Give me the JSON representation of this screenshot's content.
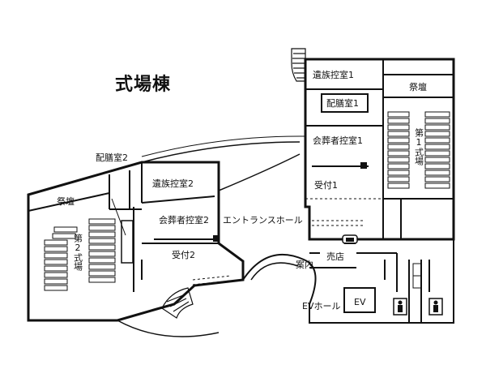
{
  "title": "式場棟",
  "rooms": {
    "bereaved_waiting_1": "遺族控室1",
    "altar_1": "祭壇",
    "serving_room_1": "配膳室1",
    "hall_1_vertical": "第1式場",
    "attendee_waiting_1": "会葬者控室1",
    "reception_1": "受付1",
    "serving_room_2": "配膳室2",
    "bereaved_waiting_2": "遺族控室2",
    "altar_2": "祭壇",
    "hall_2_vertical": "第2式場",
    "attendee_waiting_2": "会葬者控室2",
    "entrance_hall": "エントランスホール",
    "reception_2": "受付2",
    "information": "案内",
    "shop": "売店",
    "ev_hall": "EVホール",
    "ev": "EV"
  },
  "icons": [
    "telephone-icon",
    "restroom-icon",
    "elevator-icon"
  ],
  "colors": {
    "line": "#111111",
    "background": "#ffffff"
  }
}
